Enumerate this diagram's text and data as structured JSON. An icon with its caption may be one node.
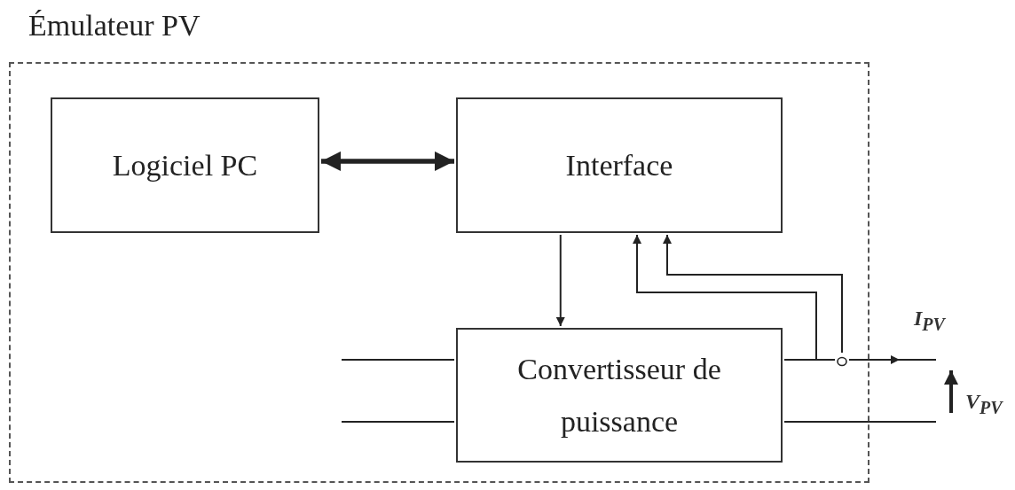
{
  "diagram": {
    "nodes": [
      {
        "text": [
          "Émulateur PV"
        ]
      },
      {
        "text": [
          "Logiciel PC"
        ],
        "in": 0
      },
      {
        "text": [
          "Interface"
        ],
        "in": 0
      },
      {
        "text": [
          "Convertisseur de puissance"
        ],
        "in": 0
      },
      {
        "text": [],
        "shape": "circle",
        "in": 0
      }
    ],
    "edges": [
      {
        "from": 1,
        "to": 2,
        "arrow": "both",
        "style": "thick"
      },
      {
        "from": 2,
        "to": 3,
        "arrow": "to"
      },
      {
        "from": 3,
        "to": 2,
        "arrow": "to"
      },
      {
        "from": 4,
        "to": 2,
        "arrow": "to"
      },
      {
        "from": null,
        "to": 3,
        "arrow": "none"
      },
      {
        "from": null,
        "to": 3,
        "arrow": "none"
      },
      {
        "from": 3,
        "to": 4,
        "arrow": "none"
      },
      {
        "from": 4,
        "to": null,
        "arrow": "to"
      },
      {
        "from": 3,
        "to": null,
        "arrow": "none"
      }
    ],
    "labels": [
      "I$_{PV}$",
      "V$_{PV}$"
    ]
  }
}
